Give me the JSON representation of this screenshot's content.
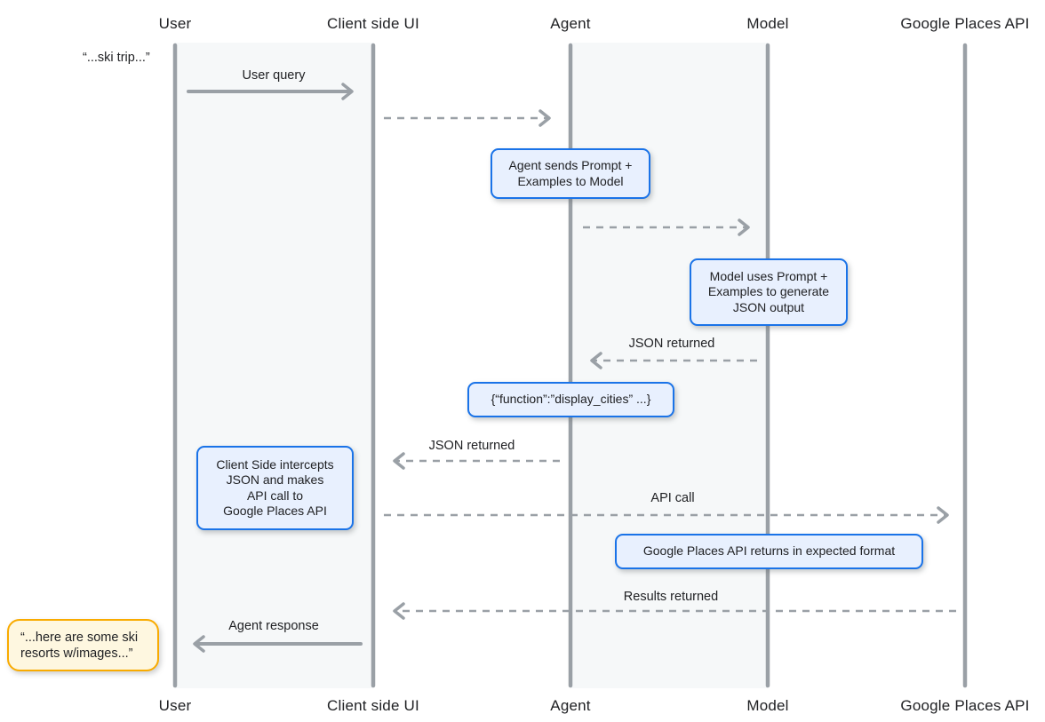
{
  "actors": [
    {
      "label": "User"
    },
    {
      "label": "Client side UI"
    },
    {
      "label": "Agent"
    },
    {
      "label": "Model"
    },
    {
      "label": "Google Places API"
    }
  ],
  "messages": {
    "user_query": "User query",
    "json_returned_1": "JSON returned",
    "json_returned_2": "JSON returned",
    "api_call": "API call",
    "results_returned": "Results returned",
    "agent_response": "Agent response"
  },
  "notes": {
    "agent_sends": "Agent sends Prompt +\nExamples to Model",
    "model_uses": "Model uses Prompt +\nExamples to generate\nJSON output",
    "function_json": "{“function”:”display_cities” ...}",
    "client_intercepts": "Client Side intercepts\nJSON and makes\nAPI call to\nGoogle Places API",
    "places_returns": "Google Places API returns in expected format"
  },
  "quotes": {
    "input": "“...ski trip...”",
    "output": "“...here are some ski\nresorts w/images...”"
  },
  "colors": {
    "note_border": "#1a73e8",
    "note_fill": "#e8f0fe",
    "quote_border": "#f9ab00",
    "quote_fill": "#fef7e0",
    "line_gray": "#9aa0a6",
    "band_fill": "#f6f8f9",
    "text": "#202124"
  }
}
